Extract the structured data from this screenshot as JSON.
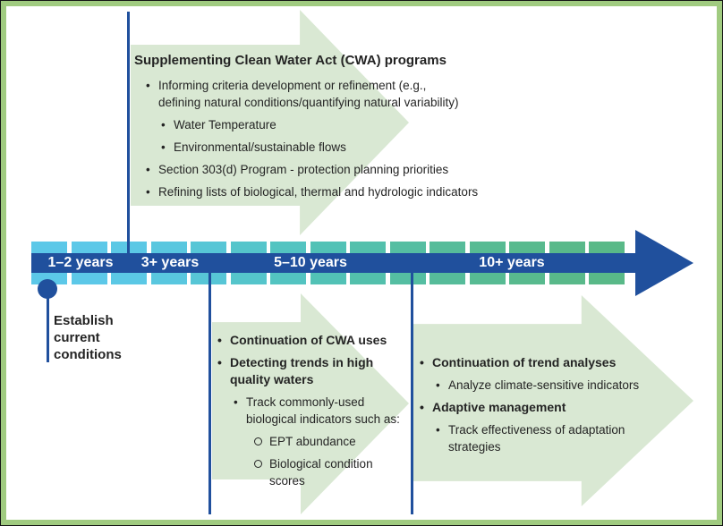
{
  "colors": {
    "frame_green": "#a0cb80",
    "dark_blue": "#20509d",
    "arrow_green": "#d9e8d3",
    "text_dark": "#242424"
  },
  "timeline": {
    "phases": [
      {
        "label": "1–2 years"
      },
      {
        "label": "3+ years"
      },
      {
        "label": "5–10 years"
      },
      {
        "label": "10+ years"
      }
    ],
    "segment_colors": [
      "#5cc8e8",
      "#5cc8e8",
      "#5bc8e5",
      "#59c7df",
      "#57c6d6",
      "#55c5cb",
      "#53c4c1",
      "#52c2b6",
      "#53c0ac",
      "#55bea2",
      "#56bc9a",
      "#57bb93",
      "#58ba8e",
      "#59b98a",
      "#59b988"
    ],
    "marker_label": "Establish\ncurrent\nconditions"
  },
  "top_arrow": {
    "title": "Supplementing Clean Water Act (CWA) programs",
    "items": [
      {
        "level": 1,
        "bold": false,
        "text": "Informing criteria development or refinement (e.g.,\ndefining natural conditions/quantifying natural variability)"
      },
      {
        "level": 2,
        "bold": false,
        "text": "Water Temperature"
      },
      {
        "level": 2,
        "bold": false,
        "text": "Environmental/sustainable flows"
      },
      {
        "level": 1,
        "bold": false,
        "text": "Section 303(d) Program - protection planning priorities"
      },
      {
        "level": 1,
        "bold": false,
        "text": "Refining lists of biological, thermal and hydrologic indicators"
      }
    ]
  },
  "mid_arrow": {
    "items": [
      {
        "level": 1,
        "bold": true,
        "text": "Continuation of CWA uses"
      },
      {
        "level": 1,
        "bold": true,
        "text": "Detecting trends in high\nquality waters"
      },
      {
        "level": 2,
        "bold": false,
        "text": "Track commonly-used\nbiological indicators such as:"
      },
      {
        "level": 3,
        "bold": false,
        "text": "EPT abundance"
      },
      {
        "level": 3,
        "bold": false,
        "text": "Biological condition\nscores"
      }
    ]
  },
  "right_arrow": {
    "items": [
      {
        "level": 1,
        "bold": true,
        "text": "Continuation of trend analyses"
      },
      {
        "level": 2,
        "bold": false,
        "text": "Analyze climate-sensitive indicators"
      },
      {
        "level": 1,
        "bold": true,
        "text": "Adaptive management"
      },
      {
        "level": 2,
        "bold": false,
        "text": "Track effectiveness of adaptation\nstrategies"
      }
    ]
  }
}
